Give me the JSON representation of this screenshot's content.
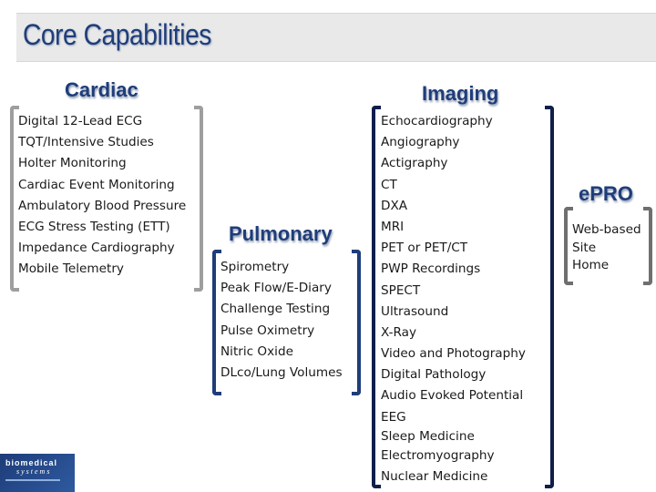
{
  "title": "Core Capabilities",
  "sections": {
    "cardiac": {
      "heading": "Cardiac",
      "items": [
        "Digital 12-Lead ECG",
        "TQT/Intensive Studies",
        "Holter Monitoring",
        "Cardiac Event Monitoring",
        "Ambulatory Blood Pressure",
        "ECG Stress Testing (ETT)",
        "Impedance Cardiography",
        "Mobile Telemetry"
      ]
    },
    "pulmonary": {
      "heading": "Pulmonary",
      "items": [
        "Spirometry",
        "Peak Flow/E-Diary",
        "Challenge Testing",
        "Pulse Oximetry",
        "Nitric Oxide",
        "DLco/Lung Volumes"
      ]
    },
    "imaging": {
      "heading": "Imaging",
      "items": [
        "Echocardiography",
        "Angiography",
        "Actigraphy",
        "CT",
        "DXA",
        "MRI",
        "PET or PET/CT",
        "PWP Recordings",
        "SPECT",
        "Ultrasound",
        "X-Ray",
        "Video and Photography",
        "Digital Pathology",
        "Audio Evoked Potential",
        "EEG",
        "Sleep Medicine",
        "Electromyography",
        "Nuclear Medicine"
      ]
    },
    "epro": {
      "heading": "ePRO",
      "items": [
        "Web-based",
        "Site",
        "Home"
      ]
    }
  },
  "logo": {
    "line1": "biomedical",
    "line2": "systems"
  },
  "colors": {
    "heading": "#1f3d7a",
    "title_bar": "#e9e9e9",
    "bracket_gray": "#9e9e9e",
    "bracket_blue": "#1f3d7a",
    "bracket_navy": "#0f1f4a"
  }
}
